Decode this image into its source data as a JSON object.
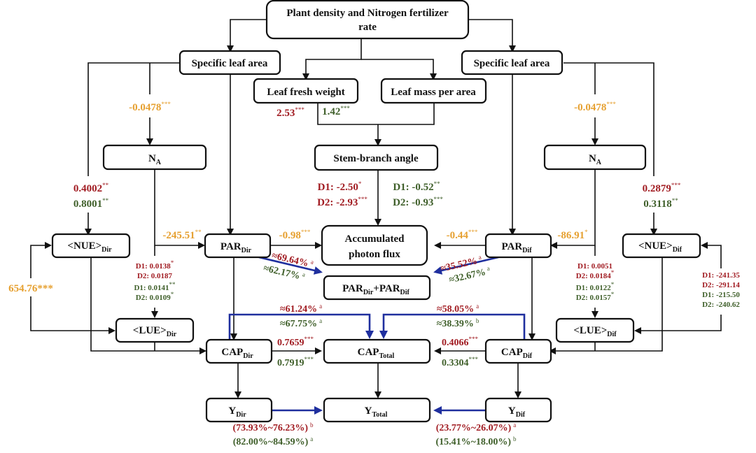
{
  "nodes": {
    "root": {
      "line1": "Plant density and Nitrogen fertilizer",
      "line2": "rate"
    },
    "sla_left": {
      "label": "Specific leaf area"
    },
    "sla_right": {
      "label": "Specific leaf area"
    },
    "lfw": {
      "label": "Leaf fresh weight"
    },
    "lma": {
      "label": "Leaf mass per area"
    },
    "sba": {
      "label": "Stem-branch angle"
    },
    "na_left": {
      "main": "N",
      "sub": "A"
    },
    "na_right": {
      "main": "N",
      "sub": "A"
    },
    "apf": {
      "line1": "Accumulated",
      "line2": "photon flux"
    },
    "par_dir": {
      "main": "PAR",
      "sub": "Dir"
    },
    "par_dif": {
      "main": "PAR",
      "sub": "Dif"
    },
    "par_sum": {
      "main1": "PAR",
      "sub1": "Dir",
      "plus": "+PAR",
      "sub2": "Dif"
    },
    "nue_dir": {
      "main": "<NUE>",
      "sub": "Dir"
    },
    "nue_dif": {
      "main": "<NUE>",
      "sub": "Dif"
    },
    "lue_dir": {
      "main": "<LUE>",
      "sub": "Dir"
    },
    "lue_dif": {
      "main": "<LUE>",
      "sub": "Dif"
    },
    "cap_dir": {
      "main": "CAP",
      "sub": "Dir"
    },
    "cap_dif": {
      "main": "CAP",
      "sub": "Dif"
    },
    "cap_total": {
      "main": "CAP",
      "sub": "Total"
    },
    "y_dir": {
      "main": "Y",
      "sub": "Dir"
    },
    "y_dif": {
      "main": "Y",
      "sub": "Dif"
    },
    "y_total": {
      "main": "Y",
      "sub": "Total"
    }
  },
  "coefficients": {
    "sla_na_left": {
      "value": "-0.0478",
      "sig": "***"
    },
    "sla_na_right": {
      "value": "-0.0478",
      "sig": "***"
    },
    "lfw_red": {
      "value": "2.53",
      "sig": "***"
    },
    "lfw_green": {
      "value": "1.42",
      "sig": "***"
    },
    "sba_red_d1": {
      "value": "D1: -2.50",
      "sig": "*"
    },
    "sba_red_d2": {
      "value": "D2: -2.93",
      "sig": "***"
    },
    "sba_green_d1": {
      "value": "D1: -0.52",
      "sig": "**"
    },
    "sba_green_d2": {
      "value": "D2: -0.93",
      "sig": "***"
    },
    "nue_dir_red": {
      "value": "0.4002",
      "sig": "**"
    },
    "nue_dir_green": {
      "value": "0.8001",
      "sig": "**"
    },
    "nue_dif_red": {
      "value": "0.2879",
      "sig": "***"
    },
    "nue_dif_green": {
      "value": "0.3118",
      "sig": "**"
    },
    "na_par_dir": {
      "value": "-245.51",
      "sig": "**"
    },
    "na_par_dif": {
      "value": "-86.91",
      "sig": "*"
    },
    "par_dir_apf": {
      "value": "-0.98",
      "sig": "***"
    },
    "par_dif_apf": {
      "value": "-0.44",
      "sig": "***"
    },
    "lue_dir_loop": {
      "value": "654.76",
      "sig": "***"
    },
    "lue_dir": [
      {
        "value": "D1: 0.0138",
        "sig": "*",
        "color": "red"
      },
      {
        "value": "D2: 0.0187",
        "sig": "",
        "color": "red"
      },
      {
        "value": "D1: 0.0141",
        "sig": "**",
        "color": "green"
      },
      {
        "value": "D2: 0.0109",
        "sig": "*",
        "color": "green"
      }
    ],
    "lue_dif": [
      {
        "value": "D1: 0.0051",
        "sig": "",
        "color": "red"
      },
      {
        "value": "D2: 0.0184",
        "sig": "*",
        "color": "red"
      },
      {
        "value": "D1: 0.0122",
        "sig": "*",
        "color": "green"
      },
      {
        "value": "D2: 0.0157",
        "sig": "*",
        "color": "green"
      }
    ],
    "lue_dif_loop": [
      {
        "value": "D1: -241.35",
        "color": "red"
      },
      {
        "value": "D2: -291.14",
        "color": "red"
      },
      {
        "value": "D1: -215.50",
        "color": "green"
      },
      {
        "value": "D2: -240.62",
        "color": "green"
      }
    ],
    "par_sum_dir_red": {
      "value": "≈69.64%",
      "sig": "a"
    },
    "par_sum_dir_green": {
      "value": "≈62.17%",
      "sig": "a"
    },
    "par_sum_dif_red": {
      "value": "≈35.52%",
      "sig": "a"
    },
    "par_sum_dif_green": {
      "value": "≈32.67%",
      "sig": "a"
    },
    "cap_share_dir_red": {
      "value": "≈61.24%",
      "sig": "a"
    },
    "cap_share_dir_green": {
      "value": "≈67.75%",
      "sig": "a"
    },
    "cap_share_dif_red": {
      "value": "≈58.05%",
      "sig": "a"
    },
    "cap_share_dif_green": {
      "value": "≈38.39%",
      "sig": "b"
    },
    "cap_dir_red": {
      "value": "0.7659",
      "sig": "***"
    },
    "cap_dir_green": {
      "value": "0.7919",
      "sig": "***"
    },
    "cap_dif_red": {
      "value": "0.4066",
      "sig": "***"
    },
    "cap_dif_green": {
      "value": "0.3304",
      "sig": "***"
    },
    "y_dir_red": {
      "value": "(73.93%~76.23%)",
      "sig": "b"
    },
    "y_dir_green": {
      "value": "(82.00%~84.59%)",
      "sig": "a"
    },
    "y_dif_red": {
      "value": "(23.77%~26.07%)",
      "sig": "a"
    },
    "y_dif_green": {
      "value": "(15.41%~18.00%)",
      "sig": "b"
    }
  },
  "colors": {
    "red": "#a11c22",
    "green": "#3f5f2a",
    "orange": "#e6a030",
    "blue": "#1f2f9e"
  }
}
